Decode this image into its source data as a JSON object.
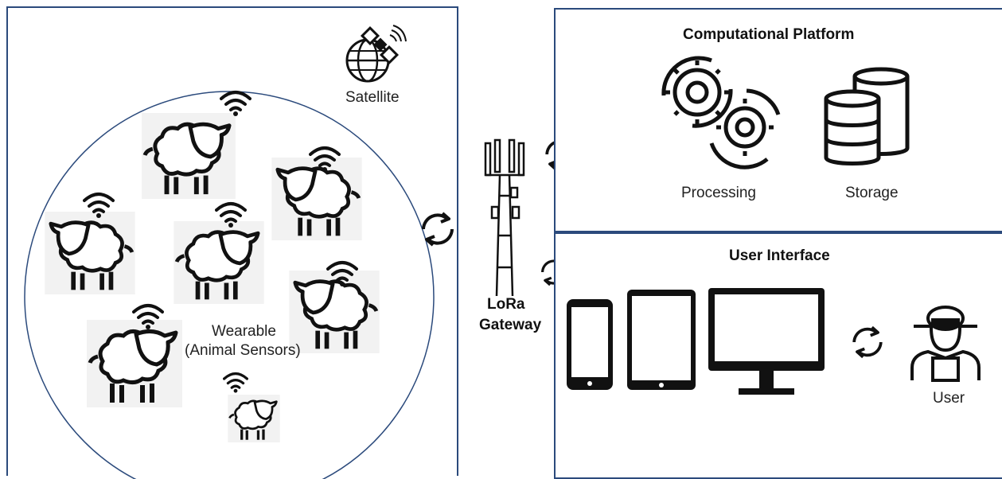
{
  "field": {
    "satellite_label": "Satellite",
    "wearable_label": "Wearable",
    "animal_sensors_label": "(Animal Sensors)"
  },
  "gateway": {
    "label_line1": "LoRa",
    "label_line2": "Gateway"
  },
  "compute": {
    "title": "Computational Platform",
    "processing_label": "Processing",
    "storage_label": "Storage"
  },
  "user_interface": {
    "title": "User Interface",
    "user_label": "User"
  },
  "icons": [
    "satellite-icon",
    "wifi-icon",
    "sheep-icon",
    "sync-icon",
    "cell-tower-icon",
    "gears-icon",
    "database-icon",
    "smartphone-icon",
    "tablet-icon",
    "monitor-icon",
    "farmer-icon"
  ],
  "colors": {
    "border": "#2b4a7c",
    "icon": "#111111"
  }
}
